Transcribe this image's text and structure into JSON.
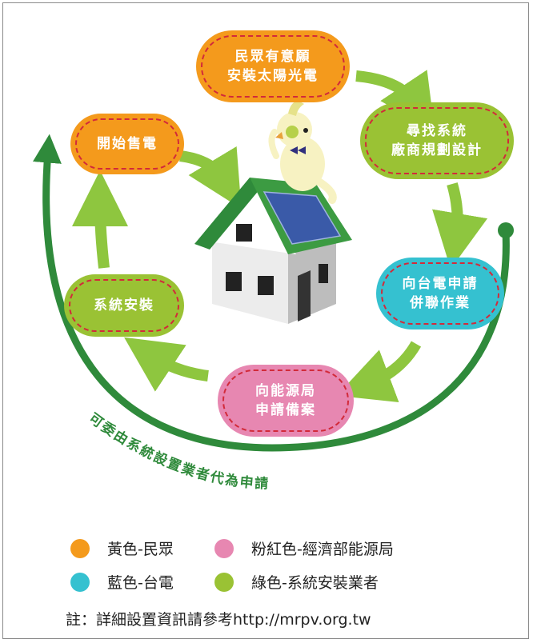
{
  "steps": {
    "s1": "民眾有意願\n安裝太陽光電",
    "s2": "尋找系統\n廠商規劃設計",
    "s3": "向台電申請\n併聯作業",
    "s4": "向能源局\n申請備案",
    "s5": "系統安裝",
    "s6": "開始售電"
  },
  "arc_text": "可委由系統設置業者代為申請",
  "legend": [
    {
      "label": "黃色-民眾",
      "color": "#f49a1c"
    },
    {
      "label": "粉紅色-經濟部能源局",
      "color": "#e787b1"
    },
    {
      "label": "藍色-台電",
      "color": "#35c1d0"
    },
    {
      "label": "綠色-系統安裝業者",
      "color": "#9ac234"
    }
  ],
  "note": "註：詳細設置資訊請參考http://mrpv.org.tw"
}
